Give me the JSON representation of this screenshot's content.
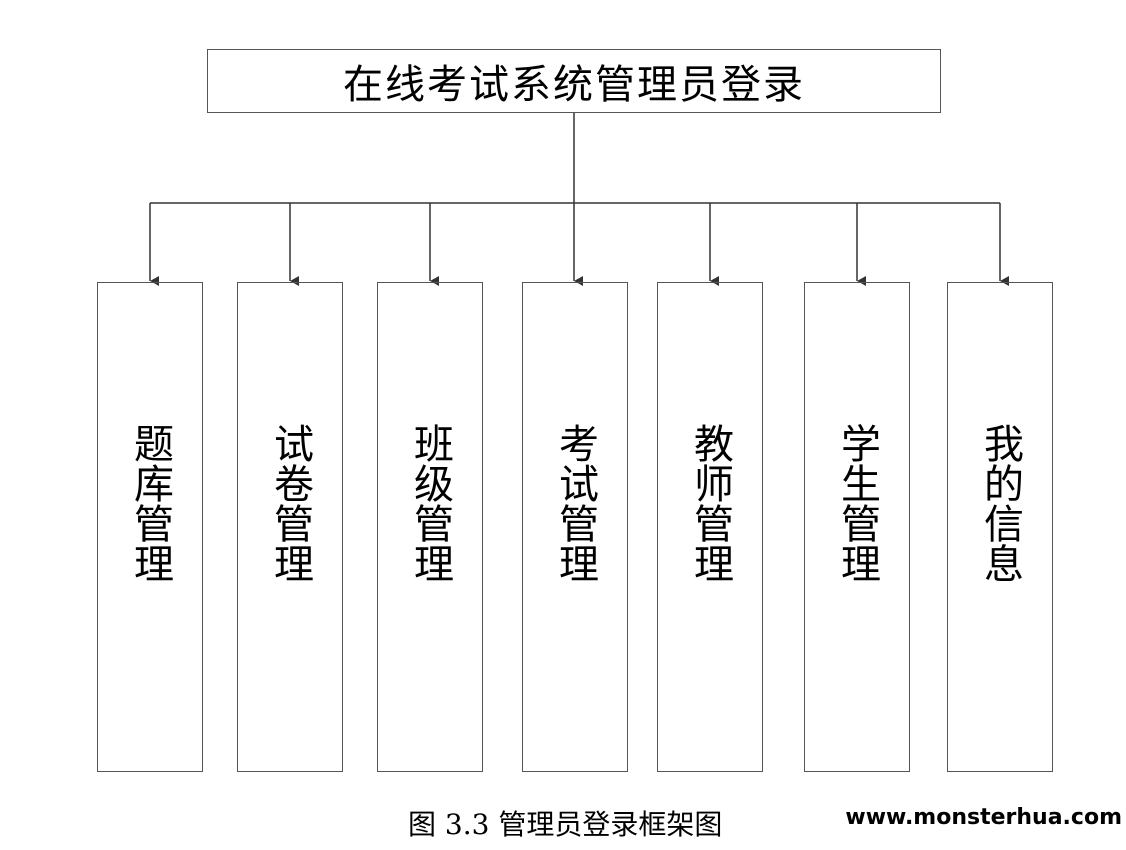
{
  "diagram": {
    "root": {
      "label": "在线考试系统管理员登录"
    },
    "modules": [
      {
        "label": "题库管理"
      },
      {
        "label": "试卷管理"
      },
      {
        "label": "班级管理"
      },
      {
        "label": "考试管理"
      },
      {
        "label": "教师管理"
      },
      {
        "label": "学生管理"
      },
      {
        "label": "我的信息"
      }
    ],
    "line_color": "#333333"
  },
  "caption": "图 3.3 管理员登录框架图",
  "watermark": "www.monsterhua.com"
}
